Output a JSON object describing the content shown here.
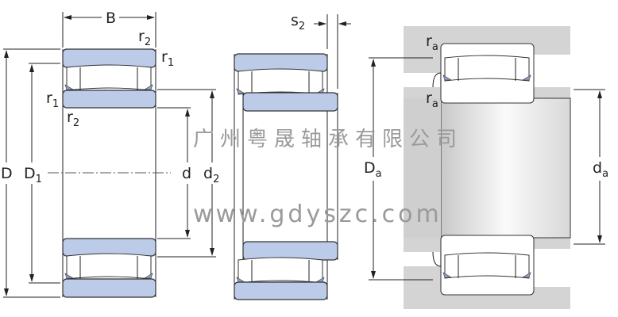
{
  "labels": {
    "B": "B",
    "r1": "r",
    "r1_sub": "1",
    "r2": "r",
    "r2_sub": "2",
    "D": "D",
    "D1": "D",
    "D1_sub": "1",
    "d": "d",
    "d2": "d",
    "d2_sub": "2",
    "s2": "s",
    "s2_sub": "2",
    "ra": "r",
    "ra_sub": "a",
    "Da": "D",
    "Da_sub": "a",
    "da": "d",
    "da_sub": "a"
  },
  "watermark": {
    "company": "广州粤晟轴承有限公司",
    "url": "www.gdyszc.com"
  },
  "colors": {
    "ring": "#bccbe8",
    "housing": "#d4d4d4"
  }
}
